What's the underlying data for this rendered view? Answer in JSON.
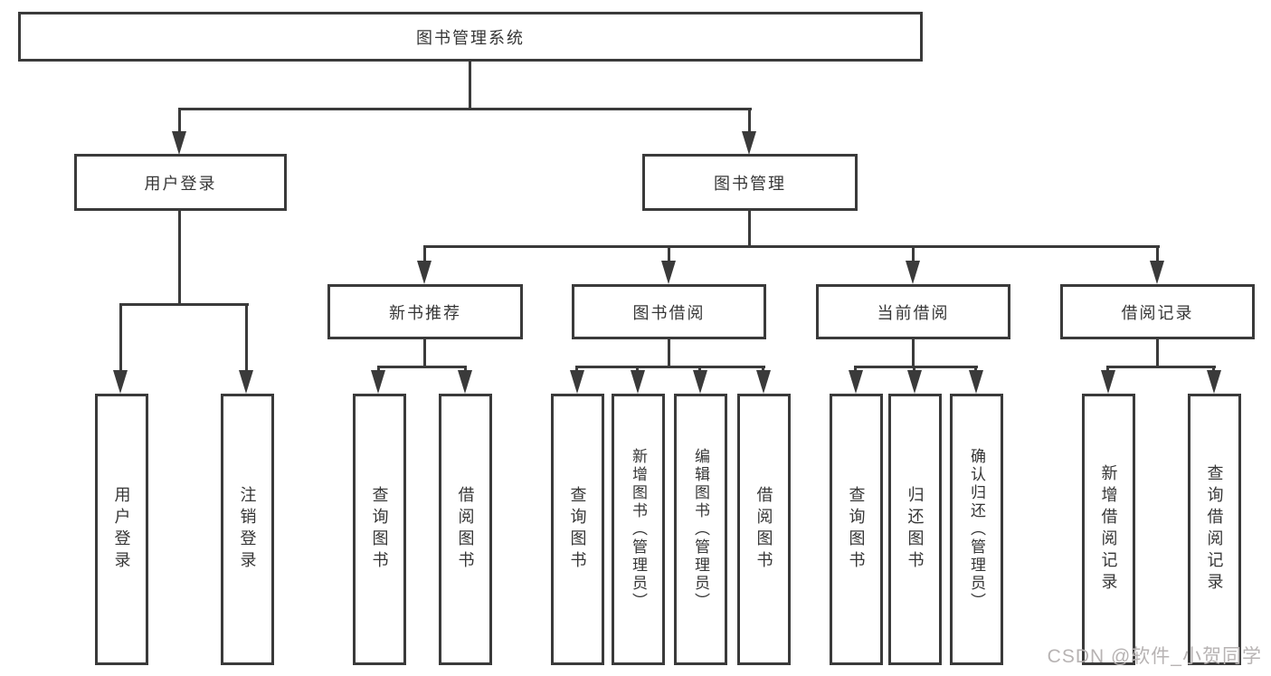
{
  "diagram": {
    "title": "图书管理系统",
    "root": {
      "label": "图书管理系统"
    },
    "level2": [
      {
        "label": "用户登录"
      },
      {
        "label": "图书管理"
      }
    ],
    "level3": [
      {
        "label": "新书推荐"
      },
      {
        "label": "图书借阅"
      },
      {
        "label": "当前借阅"
      },
      {
        "label": "借阅记录"
      }
    ],
    "leaves": {
      "user_login": [
        {
          "label": "用户登录"
        },
        {
          "label": "注销登录"
        }
      ],
      "new_book": [
        {
          "label": "查询图书"
        },
        {
          "label": "借阅图书"
        }
      ],
      "book_borrow": [
        {
          "label": "查询图书"
        },
        {
          "label": "新增图书（管理员）"
        },
        {
          "label": "编辑图书（管理员）"
        },
        {
          "label": "借阅图书"
        }
      ],
      "current_borrow": [
        {
          "label": "查询图书"
        },
        {
          "label": "归还图书"
        },
        {
          "label": "确认归还（管理员）"
        }
      ],
      "borrow_record": [
        {
          "label": "新增借阅记录"
        },
        {
          "label": "查询借阅记录"
        }
      ]
    }
  },
  "watermark": {
    "text": "CSDN @软件_小贺同学"
  },
  "colors": {
    "line": "#3a3a3a",
    "text": "#363636",
    "watermark": "#b7b3b3",
    "background": "#ffffff"
  }
}
